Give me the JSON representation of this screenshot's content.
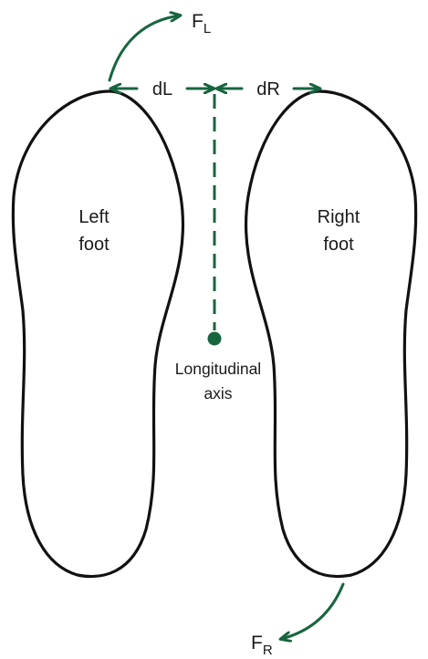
{
  "diagram": {
    "left_foot": {
      "line1": "Left",
      "line2": "foot"
    },
    "right_foot": {
      "line1": "Right",
      "line2": "foot"
    },
    "axis": {
      "line1": "Longitudinal",
      "line2": "axis"
    },
    "distance_left": "dL",
    "distance_right": "dR",
    "force_left": {
      "main": "F",
      "sub": "L"
    },
    "force_right": {
      "main": "F",
      "sub": "R"
    },
    "colors": {
      "outline": "#111111",
      "accent": "#17653f"
    },
    "icons": [
      "arrow-head-icon",
      "axis-point-icon"
    ]
  }
}
